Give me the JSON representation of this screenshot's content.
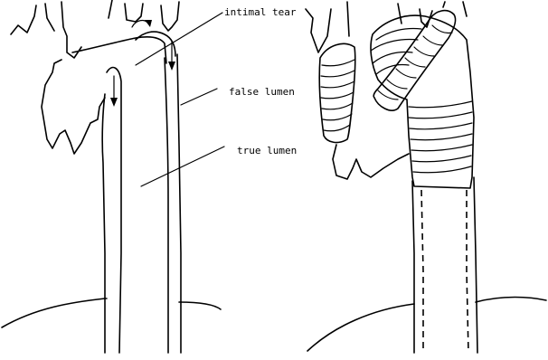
{
  "labels": {
    "intimal_tear": "intimal tear",
    "false_lumen": "false lumen",
    "true_lumen": "true lumen"
  },
  "colors": {
    "ink": "#000000",
    "background": "#ffffff"
  }
}
